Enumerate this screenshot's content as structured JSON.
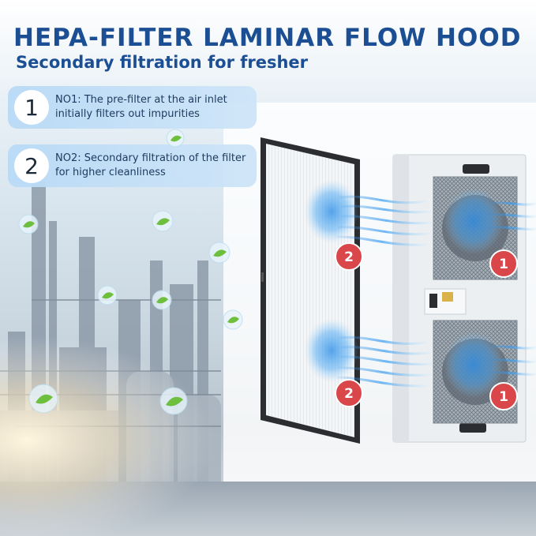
{
  "header": {
    "title": "HEPA-FILTER LAMINAR FLOW HOOD",
    "subtitle": "Secondary filtration for fresher"
  },
  "callouts": [
    {
      "number": "1",
      "text": "NO1: The pre-filter at the air inlet initially filters out impurities"
    },
    {
      "number": "2",
      "text": "NO2: Secondary filtration of the filter for higher cleanliness"
    }
  ],
  "markers": {
    "secondary": "2",
    "pre": "1"
  },
  "colors": {
    "title": "#1b4e93",
    "callout_bg": "#bcdaf5",
    "marker": "#d9474a",
    "airflow": "#2f8fe6"
  }
}
